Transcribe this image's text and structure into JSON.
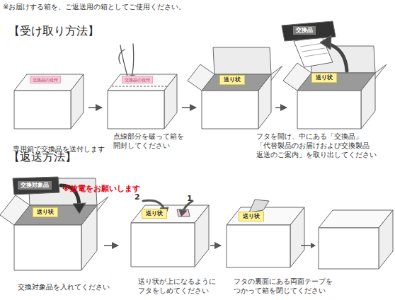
{
  "diagram": {
    "nodes": [
      {
        "text": [
          "交換品の送付",
          "専用箱で交換品を送付します"
        ]
      },
      {
        "text": [
          "交換品の送付",
          "点線部分を破って箱を 開封してください"
        ]
      },
      {
        "text": [
          "送り状"
        ]
      },
      {
        "text": [
          "送り状",
          "交換品",
          "フタを開け、中にある「交換品」 「代替製品のお届けおよび交換製品 返送のご案内」を取り出してください"
        ]
      },
      {
        "text": [
          "交換対象品",
          "※放電をお願いします",
          "送り状",
          "交換対象品を入れてください"
        ]
      },
      {
        "text": [
          "送り状",
          "送り状が上になるように フタをしめてください"
        ]
      },
      {
        "text": [
          "送り状",
          "フタの裏面にある両面テープを つかって箱を閉じてください"
        ]
      }
    ],
    "edges": [
      {
        "from": 0,
        "to": 1,
        "arrow": "to"
      },
      {
        "from": 1,
        "to": 2,
        "arrow": "to"
      },
      {
        "from": 2,
        "to": 3,
        "arrow": "to"
      },
      {
        "from": 4,
        "to": 5,
        "arrow": "to"
      },
      {
        "from": 5,
        "to": 6,
        "arrow": "to"
      }
    ],
    "labels": [
      "※お届けする箱を、ご返送用の箱としてご使用ください。",
      "【受け取り方法】",
      "【返送方法】",
      "2",
      "1"
    ]
  }
}
